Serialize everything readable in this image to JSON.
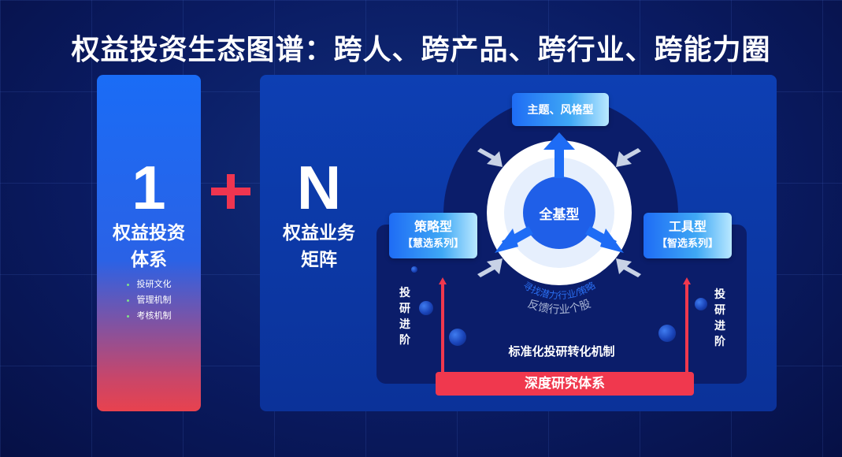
{
  "title": "权益投资生态图谱：跨人、跨产品、跨行业、跨能力圈",
  "left_panel": {
    "number": "1",
    "label_line1": "权益投资",
    "label_line2": "体系",
    "bullets": [
      "投研文化",
      "管理机制",
      "考核机制"
    ]
  },
  "right_panel": {
    "letter": "N",
    "label_line1": "权益业务",
    "label_line2": "矩阵"
  },
  "diagram": {
    "top_box": "主题、风格型",
    "center": "全基型",
    "left_box": {
      "name": "策略型",
      "series": "【慧选系列】"
    },
    "right_box": {
      "name": "工具型",
      "series": "【智选系列】"
    },
    "arc_inner": "寻找潜力行业/策略",
    "arc_outer": "反馈行业个股",
    "left_vertical": "投研进阶",
    "right_vertical": "投研进阶",
    "standard_mechanism": "标准化投研转化机制",
    "deep_research": "深度研究体系"
  },
  "colors": {
    "accent_red": "#f0384e",
    "accent_blue": "#1e6cf5"
  }
}
